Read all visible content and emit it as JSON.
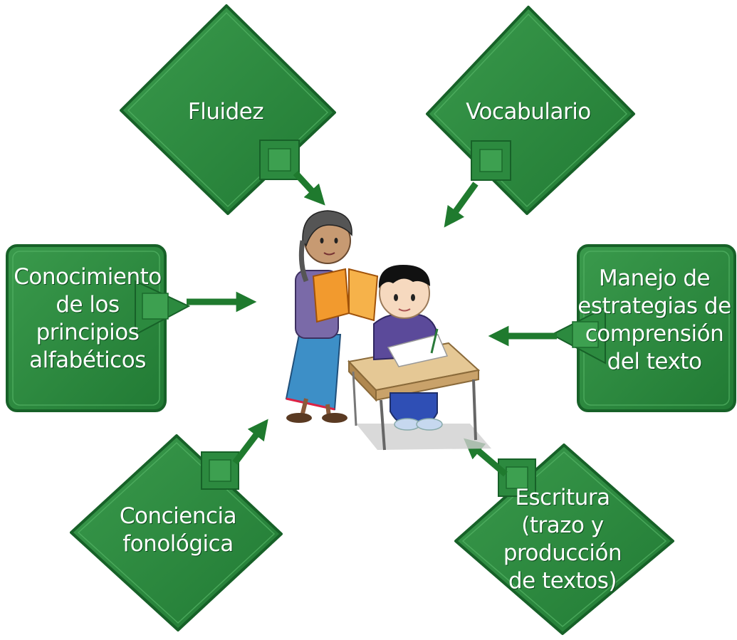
{
  "diagram": {
    "colors": {
      "shape_fill": "#2a8a3e",
      "shape_edge": "#1b6a2c",
      "shape_highlight": "#4fb062",
      "arrow": "#1f7a2e"
    },
    "center_illustration": "children-reading-at-desk",
    "nodes": [
      {
        "id": "fluidez",
        "lines": [
          "Fluidez"
        ]
      },
      {
        "id": "vocabulario",
        "lines": [
          "Vocabulario"
        ]
      },
      {
        "id": "conocimiento",
        "lines": [
          "Conocimiento",
          "de los",
          "principios",
          "alfabéticos"
        ]
      },
      {
        "id": "manejo",
        "lines": [
          "Manejo de",
          "estrategias de",
          "comprensión",
          "del texto"
        ]
      },
      {
        "id": "conciencia",
        "lines": [
          "Conciencia",
          "fonológica"
        ]
      },
      {
        "id": "escritura",
        "lines": [
          "Escritura",
          "(trazo y",
          "producción",
          "de textos)"
        ]
      }
    ]
  }
}
